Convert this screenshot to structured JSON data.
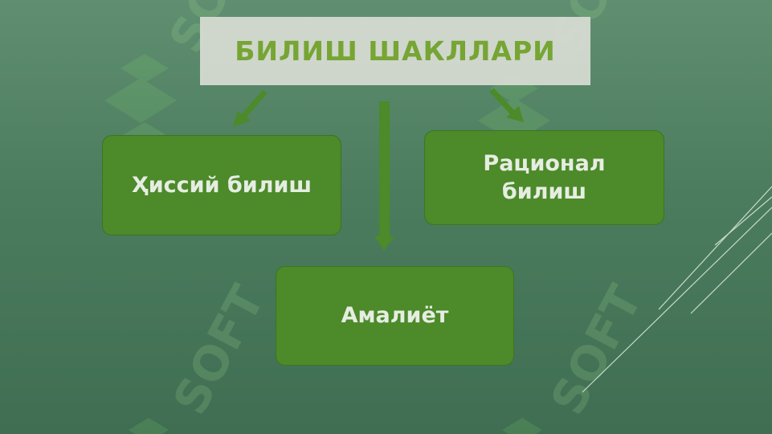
{
  "diagram": {
    "title": "БИЛИШ ШАКЛЛАРИ",
    "nodes": {
      "sensory": "Ҳиссий билиш",
      "rational_line1": "Рационал",
      "rational_line2": "билиш",
      "practice": "Амалиёт"
    }
  },
  "colors": {
    "title_text": "#79a82f",
    "node_fill": "#4c8a2a",
    "arrow": "#4c8a2a",
    "background": "#4c7c5e"
  },
  "watermark": {
    "text": "SOFT"
  }
}
